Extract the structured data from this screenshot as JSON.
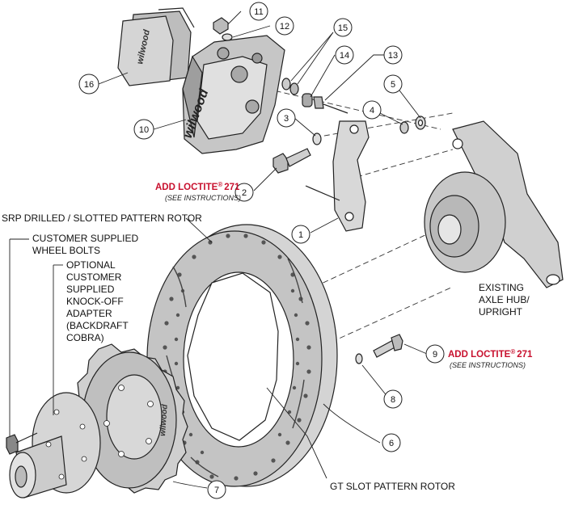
{
  "callouts": [
    {
      "n": "1"
    },
    {
      "n": "2"
    },
    {
      "n": "3"
    },
    {
      "n": "4"
    },
    {
      "n": "5"
    },
    {
      "n": "6"
    },
    {
      "n": "7"
    },
    {
      "n": "8"
    },
    {
      "n": "9"
    },
    {
      "n": "10"
    },
    {
      "n": "11"
    },
    {
      "n": "12"
    },
    {
      "n": "13"
    },
    {
      "n": "14"
    },
    {
      "n": "15"
    },
    {
      "n": "16"
    }
  ],
  "loctite_top": {
    "label": "ADD LOCTITE",
    "reg": "®",
    "num": "271",
    "note": "(SEE INSTRUCTIONS)"
  },
  "loctite_right": {
    "label": "ADD LOCTITE",
    "reg": "®",
    "num": "271",
    "note": "(SEE INSTRUCTIONS)"
  },
  "labels": {
    "srp_rotor": "SRP DRILLED / SLOTTED PATTERN ROTOR",
    "wheel_bolts": [
      "CUSTOMER SUPPLIED",
      "WHEEL BOLTS"
    ],
    "adapter": [
      "OPTIONAL",
      "CUSTOMER",
      "SUPPLIED",
      "KNOCK-OFF",
      "ADAPTER",
      "(BACKDRAFT",
      "COBRA)"
    ],
    "hub_upright": [
      "EXISTING",
      "AXLE HUB/",
      "UPRIGHT"
    ],
    "gt_rotor": "GT SLOT PATTERN ROTOR"
  },
  "brand_marks": {
    "caliper": "wilwood",
    "pad": "wilwood",
    "hat": "wilwood"
  }
}
